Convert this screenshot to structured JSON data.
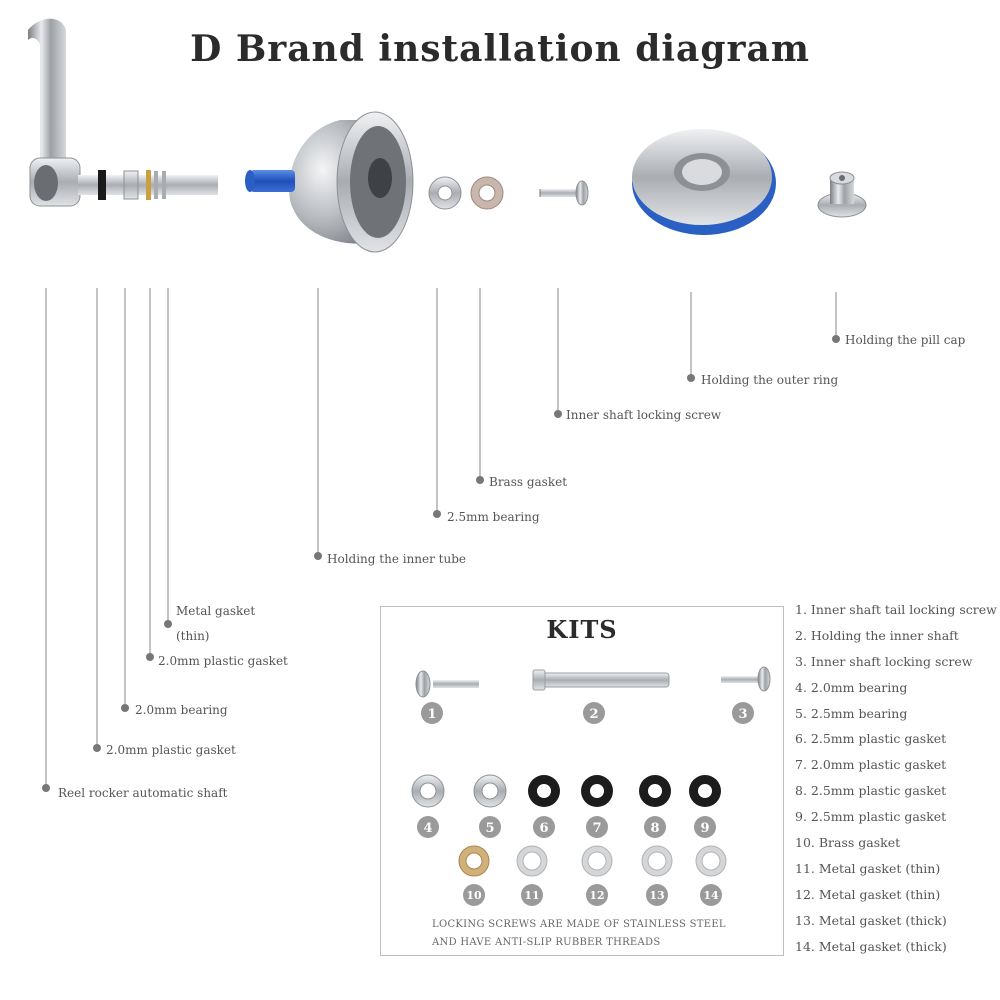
{
  "title": "D Brand installation diagram",
  "callouts": [
    {
      "label": "Reel rocker automatic shaft"
    },
    {
      "label": "2.0mm plastic gasket"
    },
    {
      "label": "2.0mm bearing"
    },
    {
      "label": "2.0mm plastic gasket"
    },
    {
      "label": "Metal gasket"
    },
    {
      "label": "(thin)"
    },
    {
      "label": "Holding the inner tube"
    },
    {
      "label": "2.5mm bearing"
    },
    {
      "label": "Brass gasket"
    },
    {
      "label": "Inner shaft locking screw"
    },
    {
      "label": "Holding the outer ring"
    },
    {
      "label": "Holding the pill cap"
    }
  ],
  "kits": {
    "title": "KITS",
    "numbers": [
      "1",
      "2",
      "3",
      "4",
      "5",
      "6",
      "7",
      "8",
      "9",
      "10",
      "11",
      "12",
      "13",
      "14"
    ],
    "note_line1": "LOCKING SCREWS ARE MADE OF STAINLESS STEEL",
    "note_line2": "AND HAVE ANTI-SLIP RUBBER THREADS"
  },
  "kit_list": [
    "1. Inner shaft tail locking screw",
    "2. Holding the inner shaft",
    "3. Inner shaft locking screw",
    "4. 2.0mm bearing",
    "5. 2.5mm bearing",
    "6. 2.5mm plastic gasket",
    "7. 2.0mm plastic gasket",
    "8. 2.5mm plastic gasket",
    "9. 2.5mm plastic gasket",
    "10. Brass gasket",
    "11. Metal gasket (thin)",
    "12. Metal gasket (thin)",
    "13. Metal gasket (thick)",
    "14. Metal gasket (thick)"
  ],
  "colors": {
    "blue_anodized": "#2a5fc4",
    "silver": "#b9bcc0",
    "text": "#555555"
  }
}
